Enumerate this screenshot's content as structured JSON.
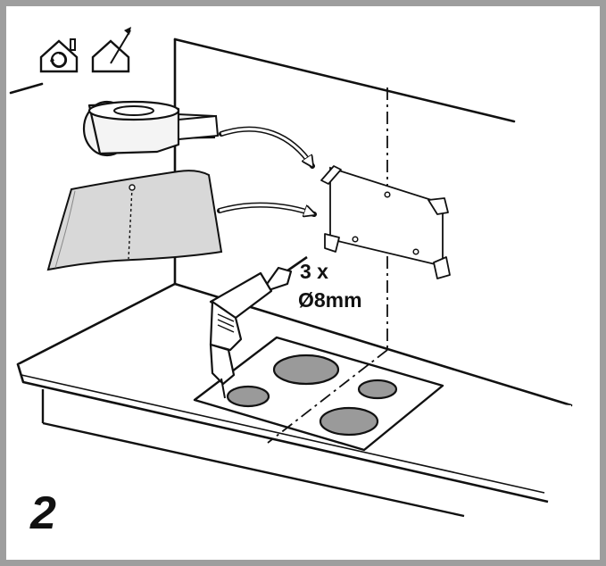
{
  "step_number": "2",
  "drill_hole_count": "3 x",
  "drill_hole_diameter": "Ø8mm",
  "icons": {
    "recirculation_mode": "house-recirculation-icon",
    "extraction_mode": "house-extraction-icon"
  },
  "colors": {
    "frame": "#9e9e9e",
    "line": "#111111",
    "hotplate": "#9a9a9a",
    "template_sheet": "#d8d8d8",
    "tape": "#f4f4f4"
  }
}
